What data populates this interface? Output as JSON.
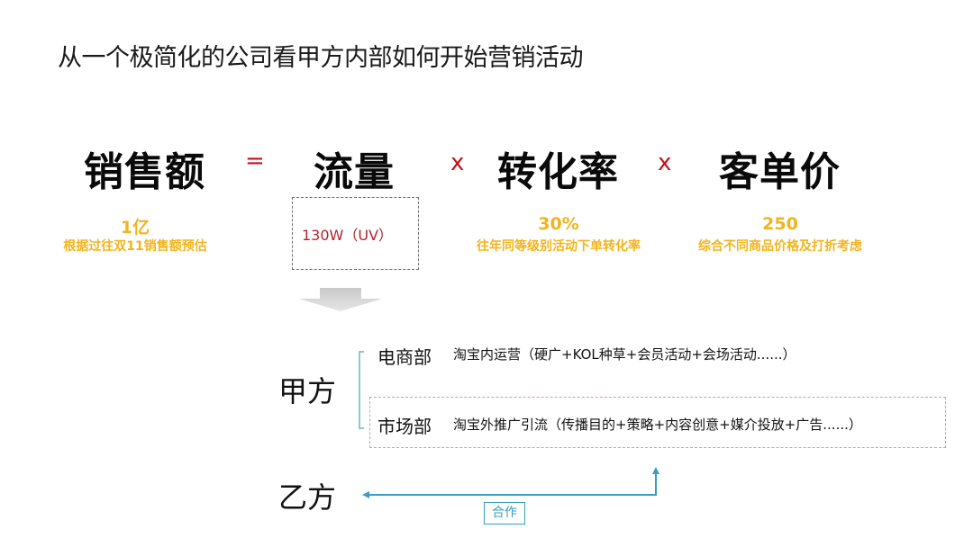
{
  "title": "从一个极简化的公司看甲方内部如何开始营销活动",
  "formula": {
    "terms": [
      {
        "label": "销售额",
        "value": "1亿",
        "note": "根据过往双11销售额预估"
      },
      {
        "label": "流量",
        "value": "130W（UV）"
      },
      {
        "label": "转化率",
        "value": "30%",
        "note": "往年同等级别活动下单转化率"
      },
      {
        "label": "客单价",
        "value": "250",
        "note": "综合不同商品价格及打折考虑"
      }
    ],
    "operators": [
      "=",
      "x",
      "x"
    ]
  },
  "org": {
    "party_a": "甲方",
    "party_b": "乙方",
    "departments": [
      {
        "name": "电商部",
        "desc": "淘宝内运营（硬广+KOL种草+会员活动+会场活动......）"
      },
      {
        "name": "市场部",
        "desc": "淘宝外推广引流（传播目的+策略+内容创意+媒介投放+广告......）"
      }
    ],
    "cooperation_label": "合作"
  },
  "colors": {
    "operator": "#c0121e",
    "value": "#f2b41c",
    "uv_text": "#b2242d",
    "connector": "#3a9cc4",
    "highlight_border": "#d79aa0"
  }
}
